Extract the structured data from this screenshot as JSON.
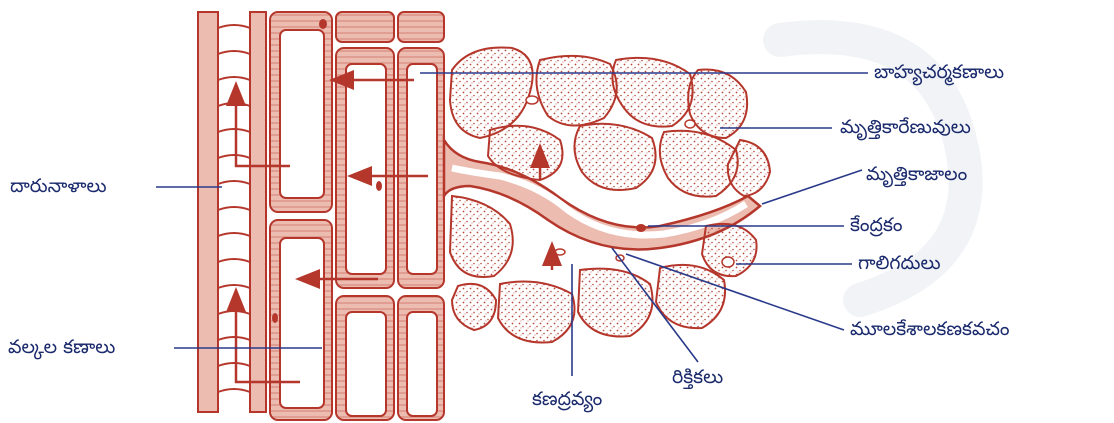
{
  "labels": {
    "epidermal_cells": "బాహ్యచర్మకణాలు",
    "soil_particles": "మృత్తికారేణువులు",
    "soil_water": "మృత్తికాజాలం",
    "nucleus": "కేంద్రకం",
    "air_spaces": "గాలిగదులు",
    "root_hair_cell_wall": "మూలకేశాలకణకవచం",
    "xylem_vessels": "దారునాళాలు",
    "cortex_cells": "వల్కల కణాలు",
    "cytoplasm": "కణద్రవ్యం",
    "vacuole": "రిక్తికలు"
  },
  "colors": {
    "cell_wall": "#b5372c",
    "cell_fill": "#ecbcb0",
    "soil_fill": "#f6d6cc",
    "soil_dots": "#b84a3c",
    "label_text": "#1a2a6c",
    "leader_line": "#2a3a8a",
    "watermark": "#f1f3f6"
  }
}
